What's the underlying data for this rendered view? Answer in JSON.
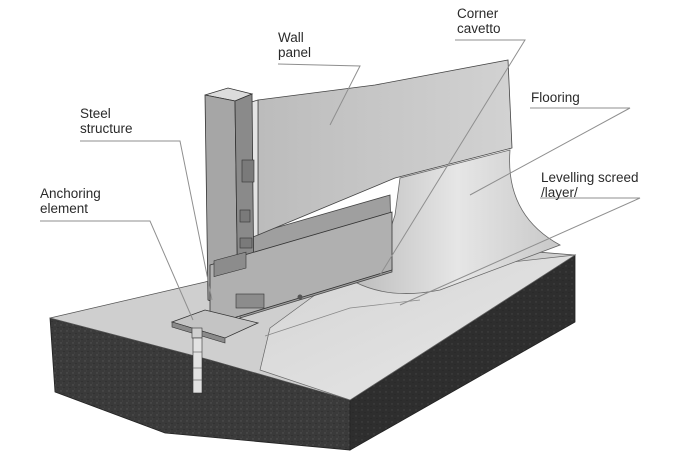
{
  "labels": {
    "wall_panel": [
      "Wall",
      "panel"
    ],
    "corner_cavetto": [
      "Corner",
      "cavetto"
    ],
    "steel_structure": [
      "Steel",
      "structure"
    ],
    "flooring": [
      "Flooring"
    ],
    "anchoring_element": [
      "Anchoring",
      "element"
    ],
    "levelling_screed": [
      "Levelling screed",
      "/layer/"
    ]
  }
}
